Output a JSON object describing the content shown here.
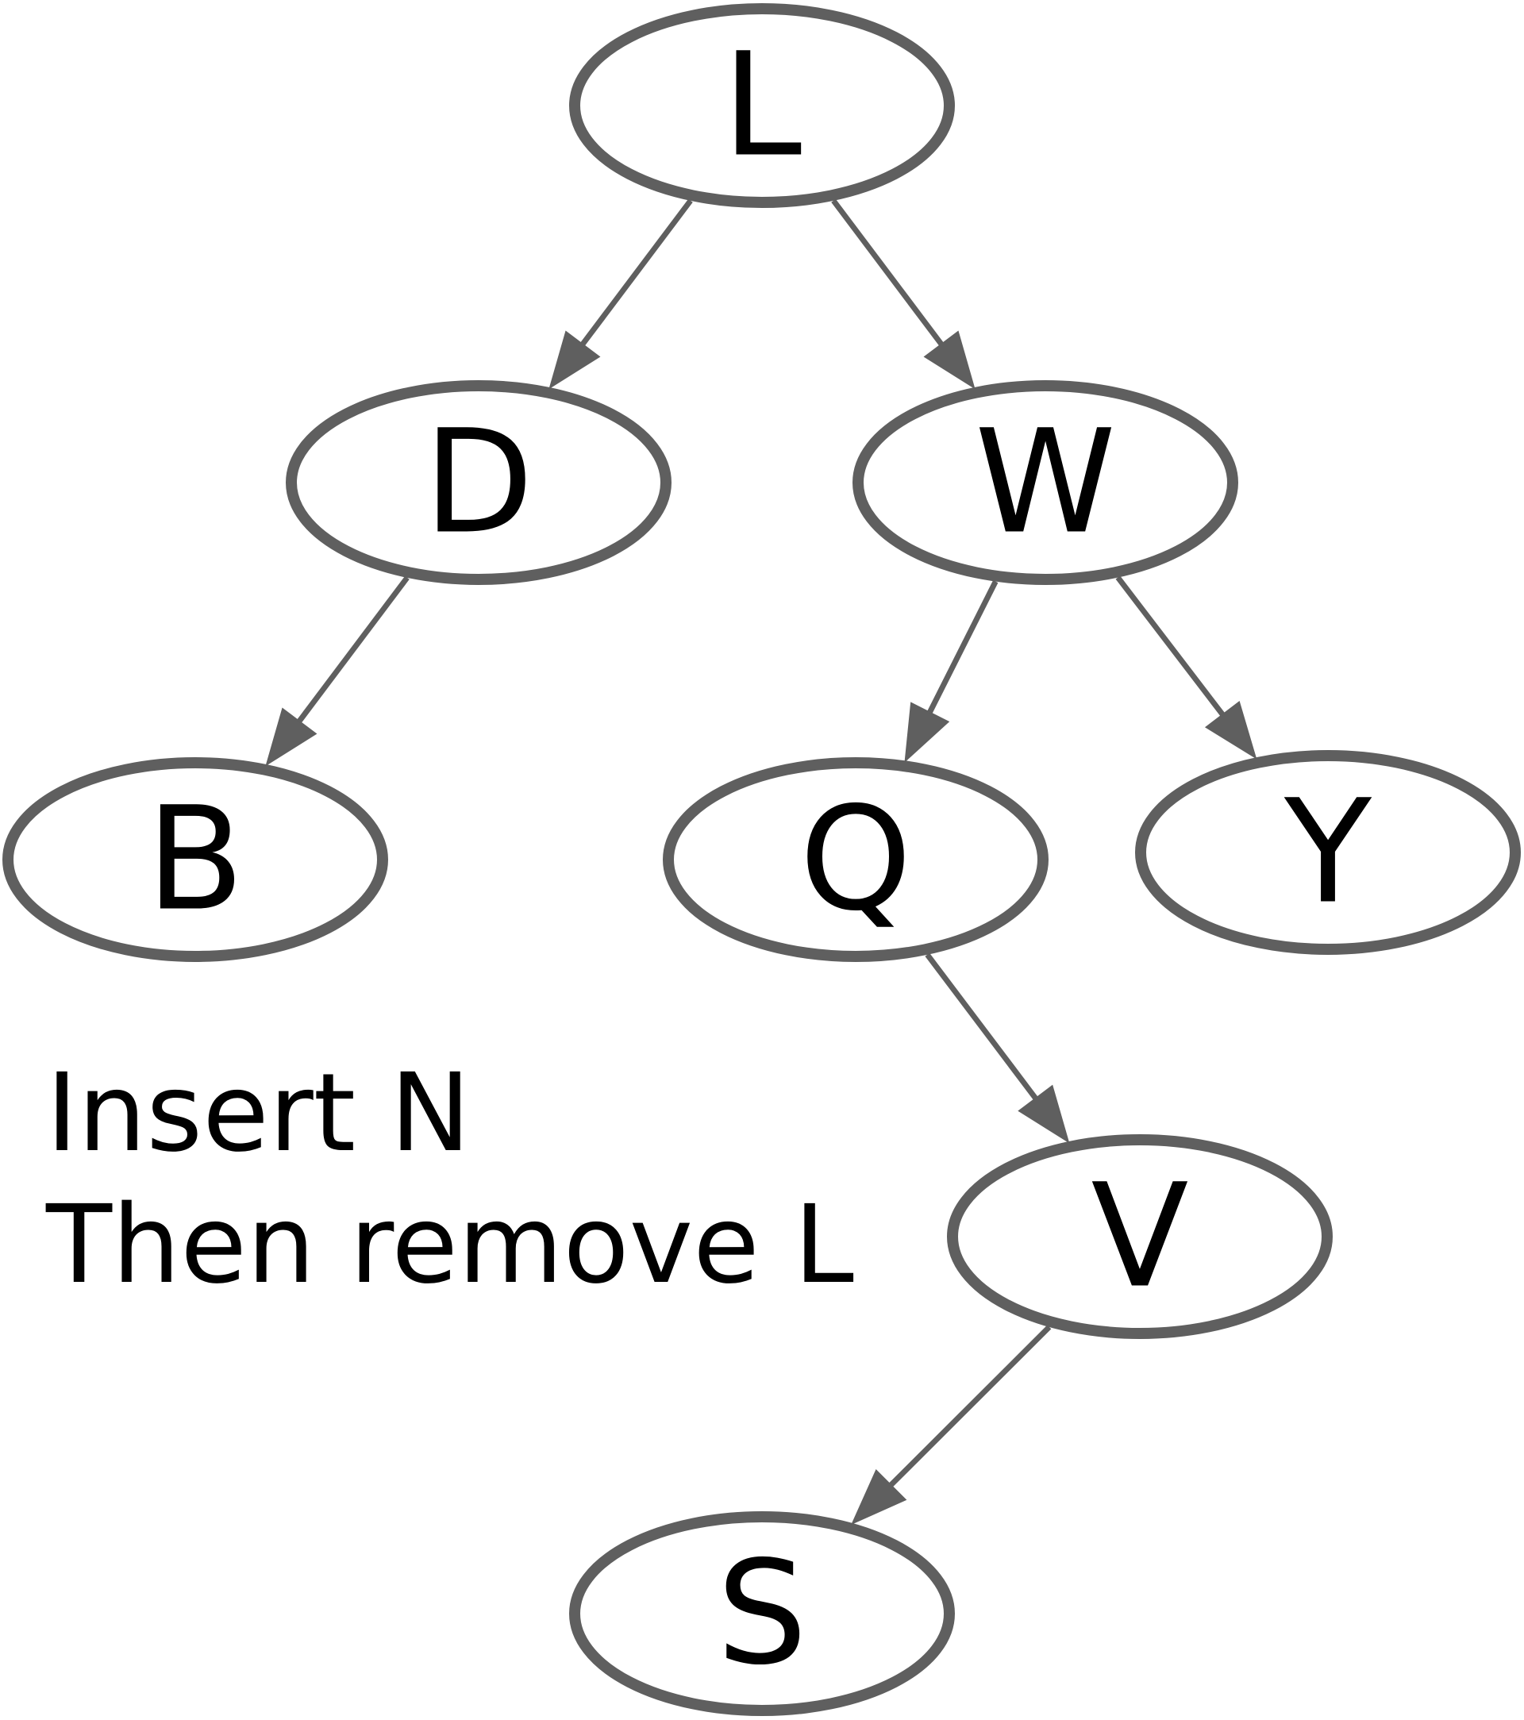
{
  "colors": {
    "stroke": "#5f5f5f",
    "text": "#000000",
    "background": "#ffffff"
  },
  "nodes": [
    {
      "id": "L",
      "label": "L"
    },
    {
      "id": "D",
      "label": "D"
    },
    {
      "id": "W",
      "label": "W"
    },
    {
      "id": "B",
      "label": "B"
    },
    {
      "id": "Q",
      "label": "Q"
    },
    {
      "id": "Y",
      "label": "Y"
    },
    {
      "id": "V",
      "label": "V"
    },
    {
      "id": "S",
      "label": "S"
    }
  ],
  "edges": [
    {
      "from": "L",
      "to": "D"
    },
    {
      "from": "L",
      "to": "W"
    },
    {
      "from": "D",
      "to": "B"
    },
    {
      "from": "W",
      "to": "Q"
    },
    {
      "from": "W",
      "to": "Y"
    },
    {
      "from": "Q",
      "to": "V"
    },
    {
      "from": "V",
      "to": "S"
    }
  ],
  "instructions": {
    "line1": "Insert N",
    "line2": "Then remove L"
  }
}
